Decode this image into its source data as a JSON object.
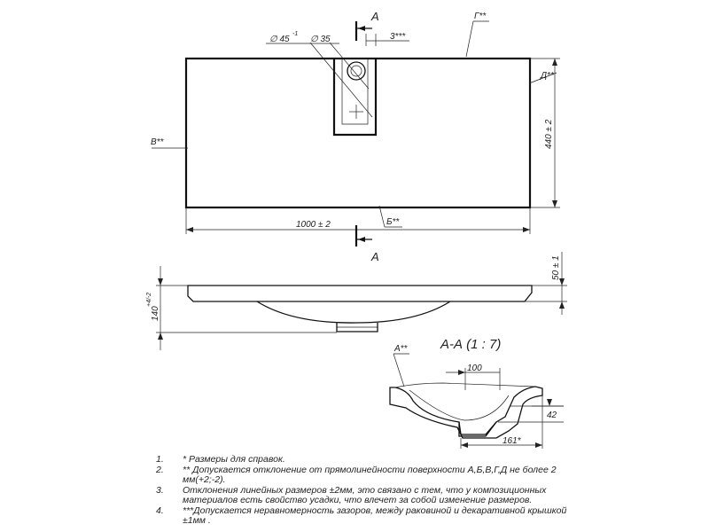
{
  "top_view": {
    "section_marker": "А",
    "section_marker_bottom": "А",
    "dia_outer": "∅ 45",
    "dia_outer_tol": "-1",
    "dia_inner": "∅ 35",
    "offset": "3***",
    "label_g": "Г**",
    "label_d": "Д**",
    "label_v": "В**",
    "label_b": "Б**",
    "width": "1000 ± 2",
    "depth": "440 ± 2"
  },
  "side_view": {
    "height_total": "140",
    "height_total_tol": "+4/-2",
    "height_top": "50 ± 1"
  },
  "section_view": {
    "title": "А-А (1 : 7)",
    "label_a": "А**",
    "dim_100": "100",
    "dim_42": "42",
    "dim_161": "161*"
  },
  "notes": [
    {
      "num": "1.",
      "text": "*  Размеры для справок."
    },
    {
      "num": "2.",
      "text": "**  Допускается отклонение от прямолинейности поверхности А,Б,В,Г,Д не более 2 мм(+2;-2)."
    },
    {
      "num": "3.",
      "text": "Отклонения линейных размеров  ±2мм, это связано с тем, что у композиционных материалов есть свойство усадки, что влечет за собой изменение размеров."
    },
    {
      "num": "4.",
      "text": "***Допускается неравномерность зазоров, между раковиной и декаративной крышкой  ±1мм ."
    }
  ]
}
